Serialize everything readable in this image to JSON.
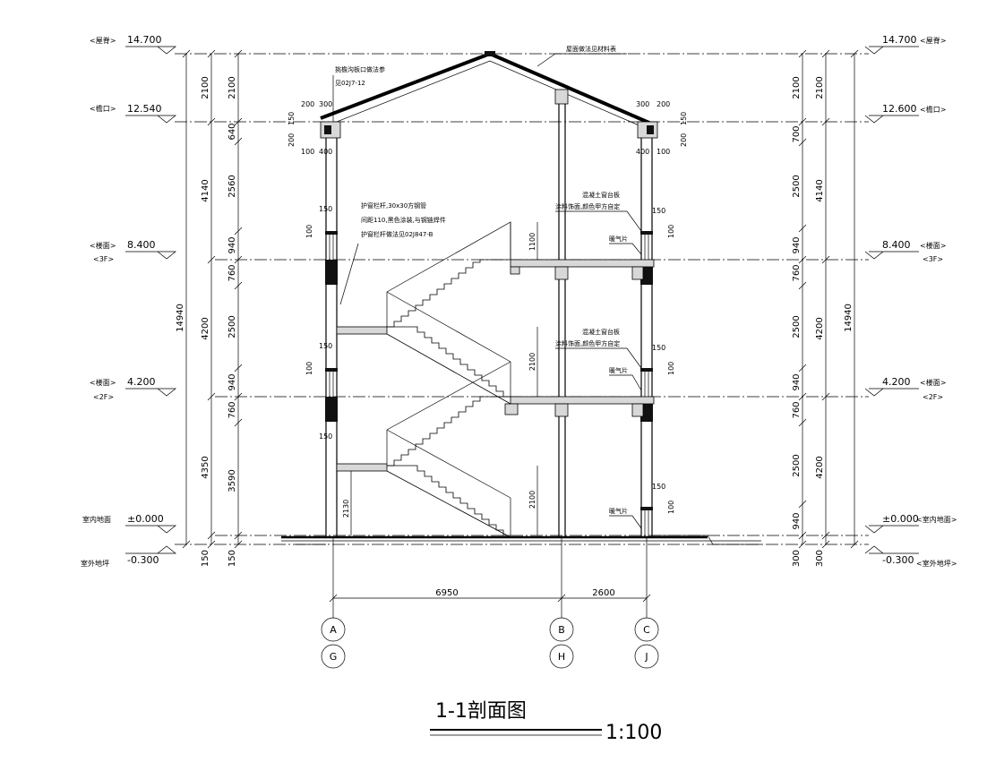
{
  "drawing": {
    "title": "1-1剖面图",
    "scale": "1:100"
  },
  "levels_left": [
    {
      "name": "<屋脊>",
      "value": "14.700"
    },
    {
      "name": "<檐口>",
      "value": "12.540"
    },
    {
      "name": "<楼面>",
      "value": "8.400",
      "floor": "<3F>"
    },
    {
      "name": "<楼面>",
      "value": "4.200",
      "floor": "<2F>"
    },
    {
      "name": "室内地面",
      "value": "±0.000"
    },
    {
      "name": "室外地坪",
      "value": "-0.300"
    }
  ],
  "levels_right": [
    {
      "name": "<屋脊>",
      "value": "14.700"
    },
    {
      "name": "<檐口>",
      "value": "12.600"
    },
    {
      "name": "<楼面>",
      "value": "8.400",
      "floor": "<3F>"
    },
    {
      "name": "<楼面>",
      "value": "4.200",
      "floor": "<2F>"
    },
    {
      "name": "<室内地面>",
      "value": "±0.000"
    },
    {
      "name": "<室外地坪>",
      "value": "-0.300"
    }
  ],
  "dims_left_outer": {
    "total": "14940",
    "d1": "150"
  },
  "dims_left_mid": [
    "2100",
    "4140",
    "4200",
    "4350",
    "150"
  ],
  "dims_left_inner": [
    "2100",
    "640",
    "2560",
    "940",
    "760",
    "2500",
    "940",
    "760",
    "3590",
    "150"
  ],
  "dims_right_outer": {
    "total": "14940",
    "d1": "300"
  },
  "dims_right_mid": [
    "2100",
    "4140",
    "4200",
    "4200",
    "300"
  ],
  "dims_right_inner": [
    "2100",
    "700",
    "2500",
    "940",
    "760",
    "2500",
    "940",
    "760",
    "2500",
    "940",
    "300"
  ],
  "dims_bottom": [
    "6950",
    "2600"
  ],
  "axes": [
    {
      "top": "A",
      "bottom": "G"
    },
    {
      "top": "B",
      "bottom": "H"
    },
    {
      "top": "C",
      "bottom": "J"
    }
  ],
  "annotations": {
    "roof_material": "屋面做法见材料表",
    "eave_detail_1": "挑檐沟板口做法参",
    "eave_detail_2": "见02J7-12",
    "railing_1": "护窗栏杆,30x30方钢管",
    "railing_2": "间距110,黑色涂装,与钢链焊件",
    "railing_3": "护窗栏杆做法见02J847-B",
    "window_1": "混凝土窗台板",
    "window_2": "涂料饰面,颜色甲方自定",
    "window_3": "混凝土窗台板",
    "window_4": "涂料饰面,颜色甲方自定",
    "vent_1": "暖气片",
    "vent_2": "暖气片",
    "vent_3": "暖气片"
  },
  "local_dims": {
    "eave_l_top": "200",
    "eave_l_top2": "300",
    "eave_l_side1": "200",
    "eave_l_side2": "150",
    "eave_l_bot1": "100",
    "eave_l_bot2": "400",
    "eave_r_top": "300",
    "eave_r_top2": "200",
    "eave_r_side1": "150",
    "eave_r_side2": "200",
    "eave_r_bot1": "400",
    "eave_r_bot2": "100",
    "sill_a": "150",
    "sill_b": "100",
    "sill_c": "150",
    "sill_d": "100",
    "sill_e": "150",
    "sill_f": "150",
    "sill_g": "100",
    "sill_h": "150",
    "sill_i": "100",
    "sill_j": "150",
    "sill_k": "100",
    "stair_h1": "1100",
    "stair_h2": "2100",
    "stair_h3": "2130",
    "stair_h4": "2100"
  }
}
